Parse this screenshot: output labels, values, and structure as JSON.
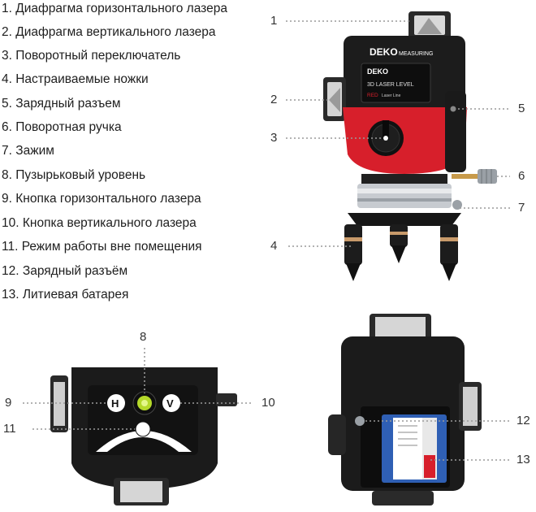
{
  "legend": [
    "1. Диафрагма горизонтального лазера",
    "2. Диафрагма вертикального лазера",
    "3. Поворотный переключатель",
    "4. Настраиваемые ножки",
    "5. Зарядный разъем",
    "6. Поворотная ручка",
    "7. Зажим",
    "8. Пузырьковый уровень",
    "9. Кнопка горизонтального лазера",
    "10. Кнопка вертикального лазера",
    "11. Режим работы вне помещения",
    "12. Зарядный разъём",
    "13. Литиевая батарея"
  ],
  "callouts": {
    "c1": "1",
    "c2": "2",
    "c3": "3",
    "c4": "4",
    "c5": "5",
    "c6": "6",
    "c7": "7",
    "c8": "8",
    "c9": "9",
    "c10": "10",
    "c11": "11",
    "c12": "12",
    "c13": "13"
  },
  "device": {
    "brand_top": "DEKO",
    "brand_top_sub": "MEASURING",
    "logo": "DEKO",
    "model_line": "3D LASER LEVEL",
    "beam_color": "RED",
    "beam_sub": "Laser Line",
    "btn_h": "H",
    "btn_v": "V"
  },
  "colors": {
    "body": "#1c1c1c",
    "accent": "#d71f2b",
    "bubble": "#b5d92a",
    "battery": "#2f5fb4"
  }
}
